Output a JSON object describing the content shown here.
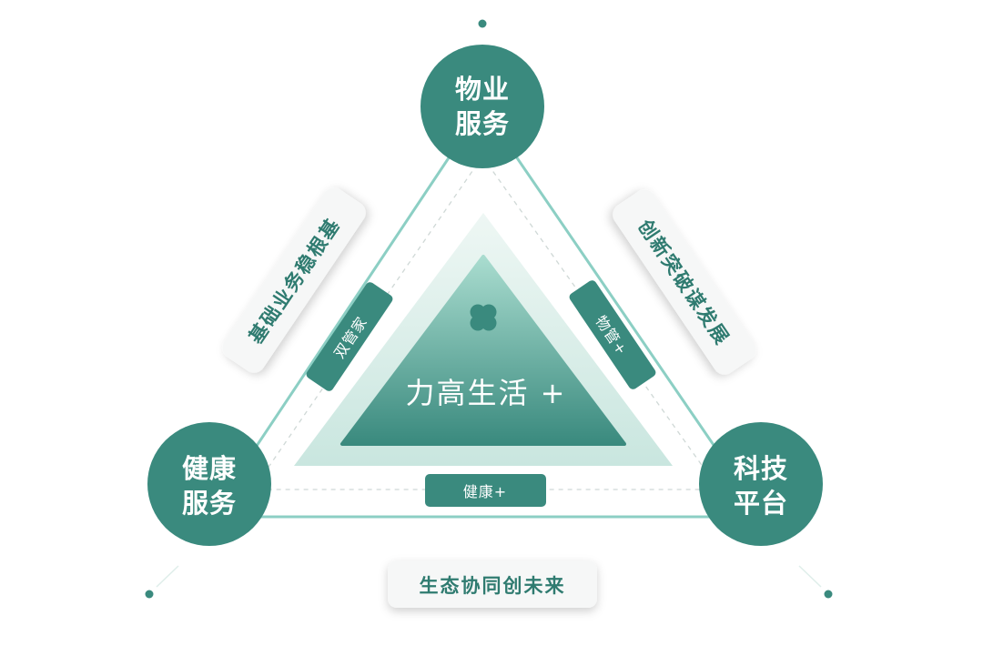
{
  "center": {
    "title": "力高生活 +",
    "logo": "four-leaf-clover-icon"
  },
  "nodes": {
    "top": {
      "line1": "物业",
      "line2": "服务"
    },
    "left": {
      "line1": "健康",
      "line2": "服务"
    },
    "right": {
      "line1": "科技",
      "line2": "平台"
    }
  },
  "pills": {
    "left": "基础业务稳根基",
    "right": "创新突破谋发展",
    "bottom": "生态协同创未来"
  },
  "tags": {
    "left": "双管家",
    "right": "物管+",
    "bottom": "健康+"
  },
  "colors": {
    "primary": "#3a8a7e",
    "pill_text": "#2f7b70",
    "outer_line": "#8ccfc4",
    "center_light": "#a9dccf",
    "center_dark": "#3a8a7e"
  }
}
